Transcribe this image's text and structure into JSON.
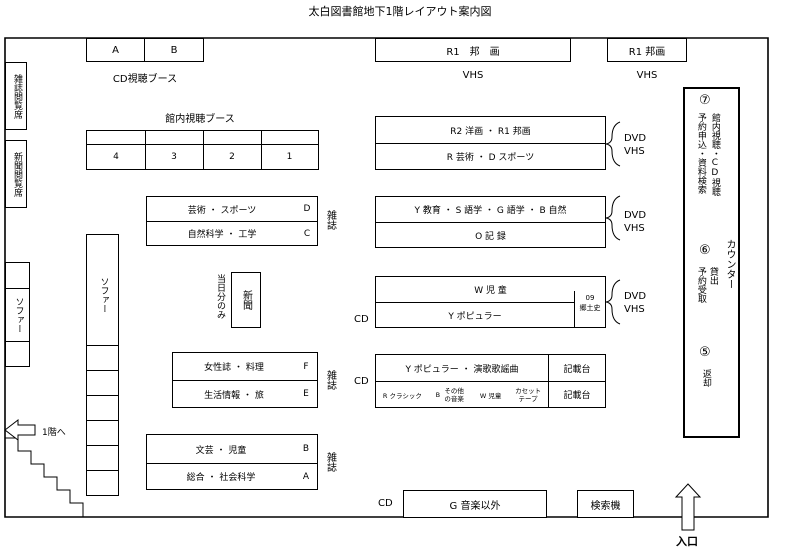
{
  "title": "太白図書館地下1階レイアウト案内図",
  "cd_booth": {
    "a": "A",
    "b": "B",
    "label": "CD視聴ブース"
  },
  "r1_top": {
    "label": "R1　邦　画",
    "sub": "VHS"
  },
  "r1_right": {
    "label": "R1 邦画",
    "sub": "VHS"
  },
  "left_wall": {
    "magazine": "雑誌閲覧席",
    "newspaper": "新聞閲覧席",
    "sofa": "ソファー"
  },
  "inhouse_booth": {
    "label": "館内視聴ブース",
    "seats": [
      "4",
      "3",
      "2",
      "1"
    ]
  },
  "sofa_center": "ソファー",
  "floor_link": "1階へ",
  "shelf_arts": {
    "top": "芸術 ・ スポーツ",
    "top_code": "D",
    "bottom": "自然科学 ・ 工学",
    "bottom_code": "C",
    "side": "雑誌"
  },
  "newspaper_today": {
    "note": "当日分のみ",
    "label": "新聞"
  },
  "shelf_women": {
    "top": "女性誌 ・ 料理",
    "top_code": "F",
    "bottom": "生活情報 ・ 旅",
    "bottom_code": "E",
    "side": "雑誌"
  },
  "shelf_lit": {
    "top": "文芸 ・ 児童",
    "top_code": "B",
    "bottom": "総合 ・ 社会科学",
    "bottom_code": "A",
    "side": "雑誌"
  },
  "av_shelf1": {
    "top": "R2 洋画 ・ R1 邦画",
    "bottom": "R 芸術 ・ D スポーツ",
    "media1": "DVD",
    "media2": "VHS"
  },
  "av_shelf2": {
    "top": "Y 教育 ・ S 語学 ・ G 語学 ・ B 自然",
    "bottom": "O 記 録",
    "media1": "DVD",
    "media2": "VHS"
  },
  "av_shelf3": {
    "top": "W 児 童",
    "bottom": "Y ポピュラー",
    "side_code": "09",
    "side_label": "郷土史",
    "media1": "DVD",
    "media2": "VHS",
    "cd": "CD"
  },
  "cd_shelf": {
    "cd": "CD",
    "top": "Y ポピュラー ・ 演歌歌謡曲",
    "b1": "R クラシック",
    "b2_code": "B",
    "b2": "その他の音楽",
    "b3": "W 児童",
    "b4": "カセットテープ",
    "counter1": "記載台",
    "counter2": "記載台"
  },
  "music_shelf": {
    "cd": "CD",
    "label": "G 音楽以外"
  },
  "search": "検索機",
  "entrance": "入口",
  "service_desk": {
    "counter": "カウンター",
    "n7": "⑦",
    "s7a": "館内視聴・CD視聴",
    "s7b": "予約申込・資料検索",
    "n6": "⑥",
    "s6a": "貸出",
    "s6b": "予約受取",
    "n5": "⑤",
    "s5": "返却"
  }
}
